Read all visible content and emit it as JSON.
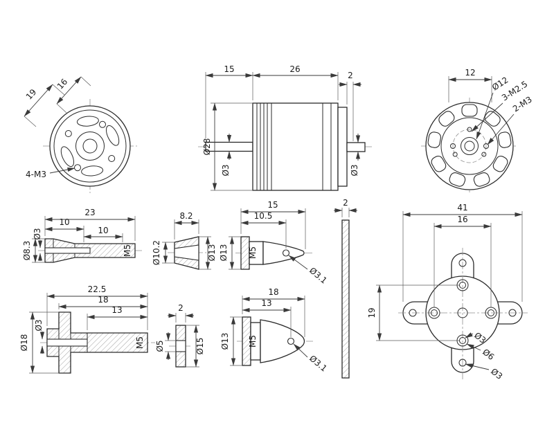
{
  "views": {
    "motor_front": {
      "dim_19": "19",
      "dim_16": "16",
      "hole_callout": "4-M3"
    },
    "motor_side": {
      "dim_15": "15",
      "dim_26": "26",
      "dim_2": "2",
      "dia_body": "Ø28",
      "dia_shaft_left": "Ø3",
      "dia_shaft_right": "Ø3"
    },
    "motor_rear": {
      "dim_12": "12",
      "dia_bolt_circle": "Ø12",
      "callout_m25": "3-M2.5",
      "callout_m3": "2-M3"
    },
    "collet_shaft": {
      "dim_len": "23",
      "dim_seg1": "10",
      "dim_seg2": "10",
      "dia_outer": "Ø8.3",
      "dia_hole": "Ø3",
      "thread": "M5"
    },
    "collet_cone": {
      "dim_len": "8.2",
      "dia_small": "Ø10.2",
      "dia_large": "Ø13"
    },
    "prop_adapter": {
      "dim_len": "15",
      "dim_hole_pos": "10.5",
      "thread": "M5",
      "dia_flange": "Ø13",
      "dia_pin_hole": "Ø3.1"
    },
    "shim": {
      "dim_thickness": "2"
    },
    "mount_plate": {
      "dim_width": "41",
      "dim_span_x": "16",
      "dim_span_y": "19",
      "dia_hole": "Ø3",
      "dia_cbore": "Ø6",
      "dia_arm_hole": "Ø3"
    },
    "flanged_shaft": {
      "dim_len": "22.5",
      "dim_len2": "18",
      "dim_len3": "13",
      "dia_flange": "Ø18",
      "dia_hole": "Ø3",
      "thread": "M5"
    },
    "washer": {
      "dim_thickness": "2",
      "dia_hole": "Ø5",
      "dia_outer": "Ø15"
    },
    "spinner": {
      "dim_len": "18",
      "dim_len2": "13",
      "dia_flange": "Ø13",
      "thread": "M5",
      "dia_pin_hole": "Ø3.1"
    }
  }
}
